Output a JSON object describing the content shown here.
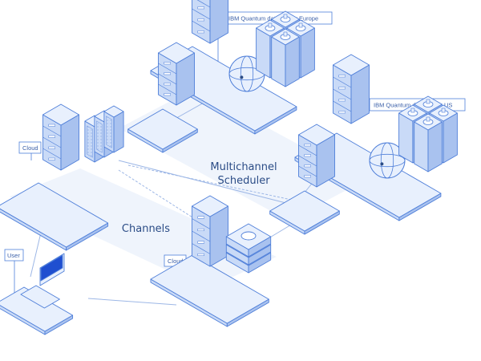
{
  "labels": {
    "europe": "IBM Quantum data center Europe",
    "us": "IBM Quantum data center US",
    "scheduler_line1": "Multichannel",
    "scheduler_line2": "Scheduler",
    "channels": "Channels",
    "cloud_left": "Cloud",
    "cloud_bottom": "Cloud",
    "user": "User"
  },
  "colors": {
    "outline": "#4f7fd9",
    "top_face": "#e8f0fd",
    "left_face": "#c9daf7",
    "right_face": "#a9c2ef",
    "region": "#eef3fc",
    "line": "#9db7e6",
    "laptop_screen": "#1f4fd0"
  }
}
